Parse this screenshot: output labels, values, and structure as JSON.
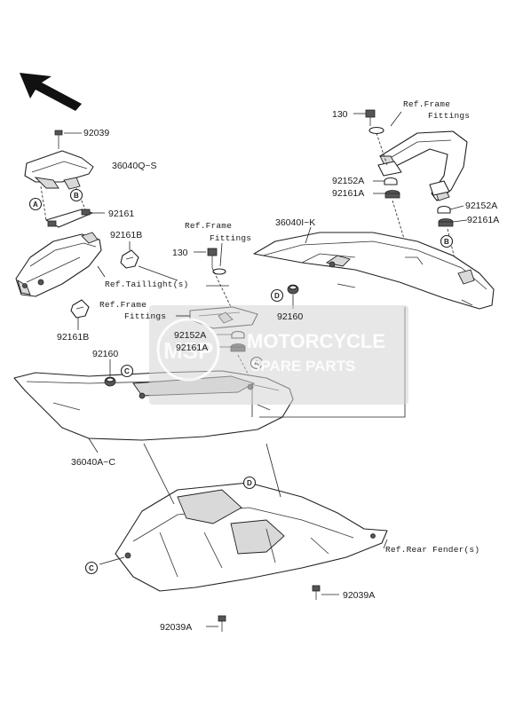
{
  "diagram": {
    "part_labels": {
      "p92039": "92039",
      "p36040QS": "36040Q~S",
      "p92161": "92161",
      "p92161B_top": "92161B",
      "p92161B_bottom": "92161B",
      "p130_left": "130",
      "p130_right": "130",
      "p36040IK": "36040I~K",
      "p92160_right": "92160",
      "p92160_left": "92160",
      "p92152A_center": "92152A",
      "p92161A_center": "92161A",
      "p92152A_right1": "92152A",
      "p92161A_right1": "92161A",
      "p92152A_right2": "92152A",
      "p92161A_right2": "92161A",
      "p36040AC": "36040A~C",
      "p92039A_right": "92039A",
      "p92039A_bottom": "92039A"
    },
    "ref_labels": {
      "frame_fittings_center_1": "Ref.Frame",
      "frame_fittings_center_2": "Fittings",
      "frame_fittings_left_1": "Ref.Frame",
      "frame_fittings_left_2": "Fittings",
      "frame_fittings_right_1": "Ref.Frame",
      "frame_fittings_right_2": "Fittings",
      "taillight": "Ref.Taillight(s)",
      "rear_fender": "Ref.Rear Fender(s)"
    },
    "callouts": {
      "A": "A",
      "B": "B",
      "C": "C",
      "D": "D"
    },
    "watermark": {
      "brand_line1": "MOTORCYCLE",
      "brand_line2": "SPARE PARTS",
      "logo_letters": "MSP"
    },
    "colors": {
      "line": "#222222",
      "watermark_gray": "#d3d3d3"
    },
    "icons": [
      "front-direction-arrow-icon"
    ]
  }
}
